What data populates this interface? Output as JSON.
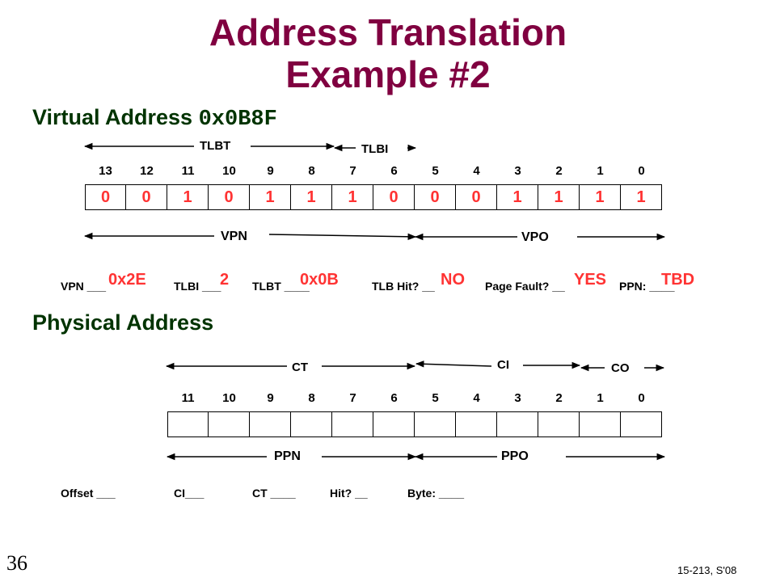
{
  "title": "Address Translation Example #2",
  "virtual": {
    "heading_text": "Virtual Address",
    "heading_value": "0x0B8F",
    "bit_numbers": [
      "13",
      "12",
      "11",
      "10",
      "9",
      "8",
      "7",
      "6",
      "5",
      "4",
      "3",
      "2",
      "1",
      "0"
    ],
    "bits": [
      "0",
      "0",
      "1",
      "0",
      "1",
      "1",
      "1",
      "0",
      "0",
      "0",
      "1",
      "1",
      "1",
      "1"
    ],
    "labels": {
      "tlbt": "TLBT",
      "tlbi": "TLBI",
      "vpn": "VPN",
      "vpo": "VPO"
    }
  },
  "vfields": [
    {
      "label": "VPN ___",
      "answer": "0x2E"
    },
    {
      "label": "TLBI ___",
      "answer": "2"
    },
    {
      "label": "TLBT ____",
      "answer": "0x0B"
    },
    {
      "label": "TLB Hit? __",
      "answer": "NO"
    },
    {
      "label": "Page Fault? __",
      "answer": "YES"
    },
    {
      "label": "PPN: ____",
      "answer": "TBD"
    }
  ],
  "physical": {
    "heading_text": "Physical Address",
    "bit_numbers": [
      "11",
      "10",
      "9",
      "8",
      "7",
      "6",
      "5",
      "4",
      "3",
      "2",
      "1",
      "0"
    ],
    "labels": {
      "ct": "CT",
      "ci": "CI",
      "co": "CO",
      "ppn": "PPN",
      "ppo": "PPO"
    }
  },
  "pfields": [
    "Offset ___",
    "CI___",
    "CT ____",
    "Hit? __",
    "Byte: ____"
  ],
  "footer": {
    "slide_number": "36",
    "course": "15-213, S'08"
  }
}
